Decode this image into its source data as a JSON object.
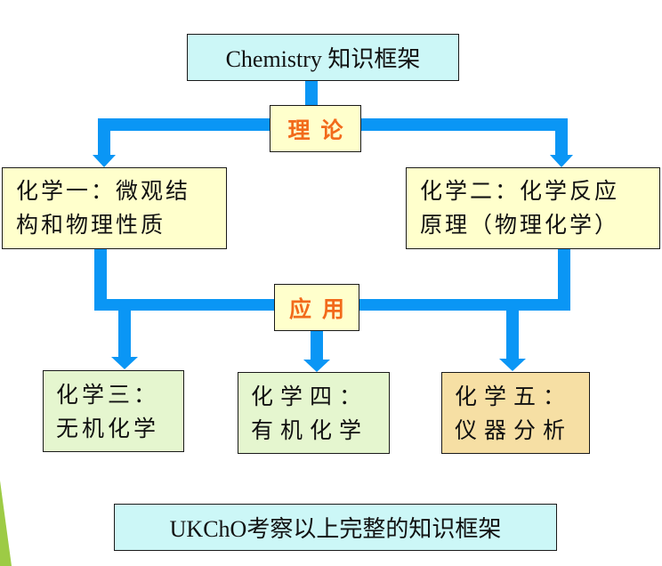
{
  "diagram": {
    "title": "Chemistry 知识框架",
    "theory_label": "理论",
    "application_label": "应用",
    "branches": [
      {
        "line1": "化学一：微观结",
        "line2": "构和物理性质"
      },
      {
        "line1": "化学二：化学反应",
        "line2": "原理（物理化学）"
      }
    ],
    "leaves": [
      {
        "line1": "化学三：",
        "line2": "无机化学"
      },
      {
        "line1": "化学四：",
        "line2": "有机化学"
      },
      {
        "line1": "化学五：",
        "line2": "仪器分析"
      }
    ],
    "footer": "UKChO考察以上完整的知识框架"
  },
  "colors": {
    "connector": "#0a96f5",
    "accent_text": "#f26a1b",
    "title_fill": "#ccf7f7",
    "branch_fill": "#ffffcc",
    "leaf_fill": "#e5f6cf",
    "leaf_highlight_fill": "#f6dfa4",
    "decor_green": "#9dcb45"
  }
}
